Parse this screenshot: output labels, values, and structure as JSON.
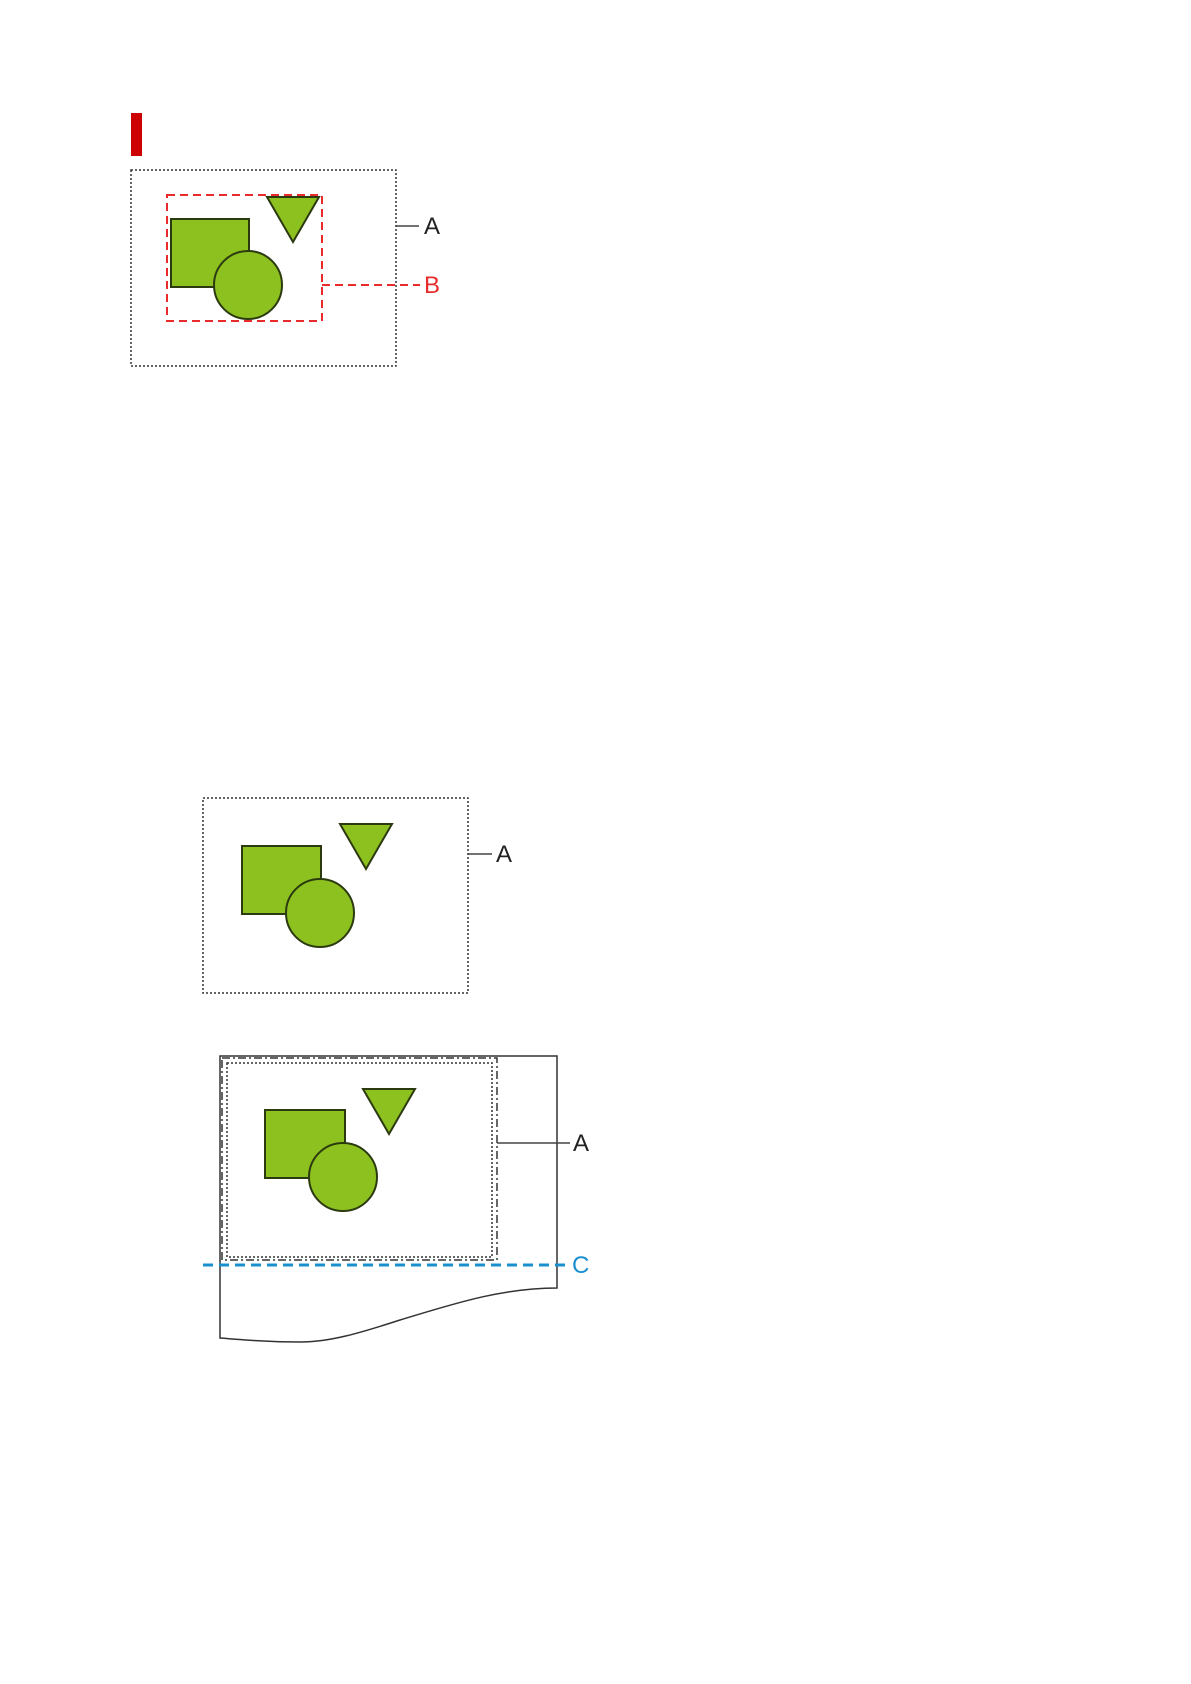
{
  "colors": {
    "marker": "#cc0000",
    "shape_fill": "#8cc11f",
    "shape_stroke": "#2c3a10",
    "frame": "#333333",
    "label_a": "#222222",
    "label_b": "#e82c2c",
    "label_c": "#1a8fd0"
  },
  "labels": {
    "fig1_a": "A",
    "fig1_b": "B",
    "fig2_a": "A",
    "fig3_a": "A",
    "fig3_c": "C"
  },
  "icons": {
    "marker": "section-marker-bar"
  }
}
